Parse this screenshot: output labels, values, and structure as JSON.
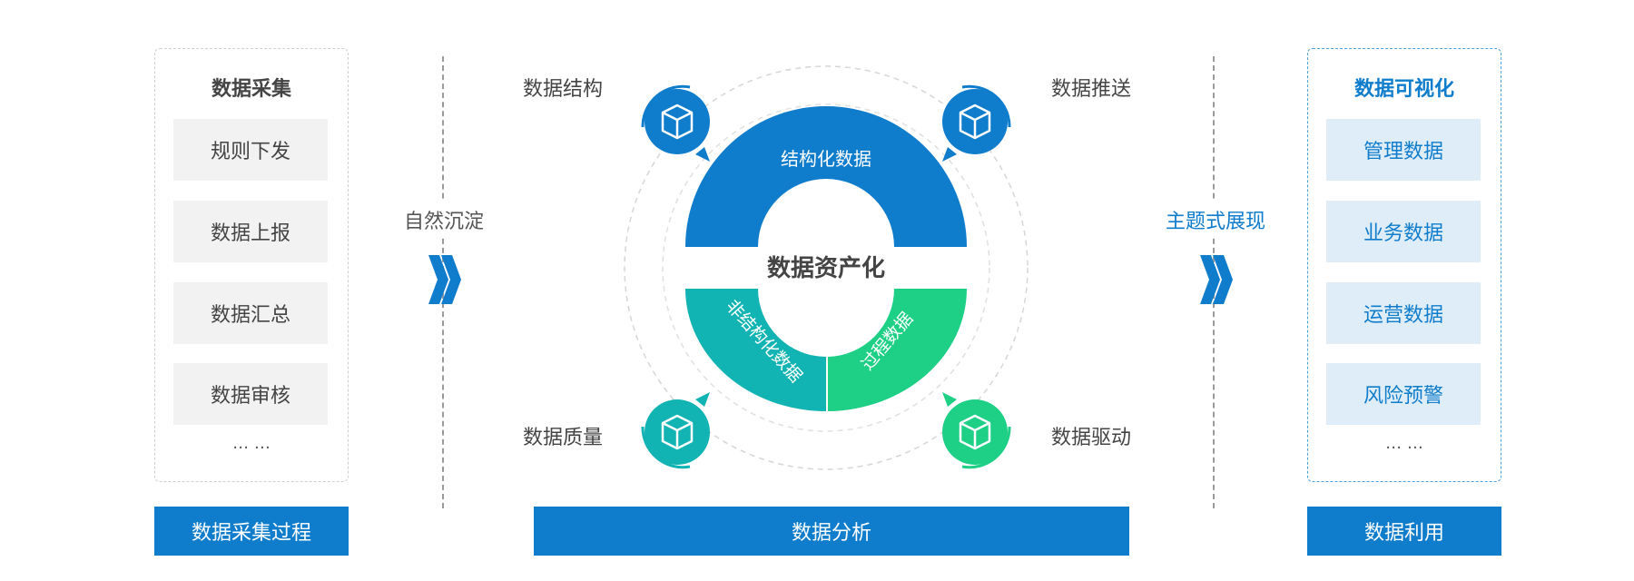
{
  "left_panel": {
    "title": "数据采集",
    "items": [
      "规则下发",
      "数据上报",
      "数据汇总",
      "数据审核"
    ],
    "ellipsis": "… …",
    "footer": "数据采集过程"
  },
  "left_flow_label": "自然沉淀",
  "center": {
    "segments": {
      "top": "结构化数据",
      "bottom_left": "非结构化数据",
      "bottom_right": "过程数据"
    },
    "core_label": "数据资产化",
    "corners": {
      "top_left": "数据结构",
      "top_right": "数据推送",
      "bottom_left": "数据质量",
      "bottom_right": "数据驱动"
    },
    "footer": "数据分析"
  },
  "right_flow_label": "主题式展现",
  "right_panel": {
    "title": "数据可视化",
    "items": [
      "管理数据",
      "业务数据",
      "运营数据",
      "风险预警"
    ],
    "ellipsis": "… …",
    "footer": "数据利用"
  },
  "colors": {
    "blue": "#0f7ccc",
    "teal": "#12b3b3",
    "green": "#1ecf86",
    "grey_text": "#444444"
  },
  "icons": {
    "corner": "cube-icon",
    "flow": "double-chevron-right-icon"
  }
}
